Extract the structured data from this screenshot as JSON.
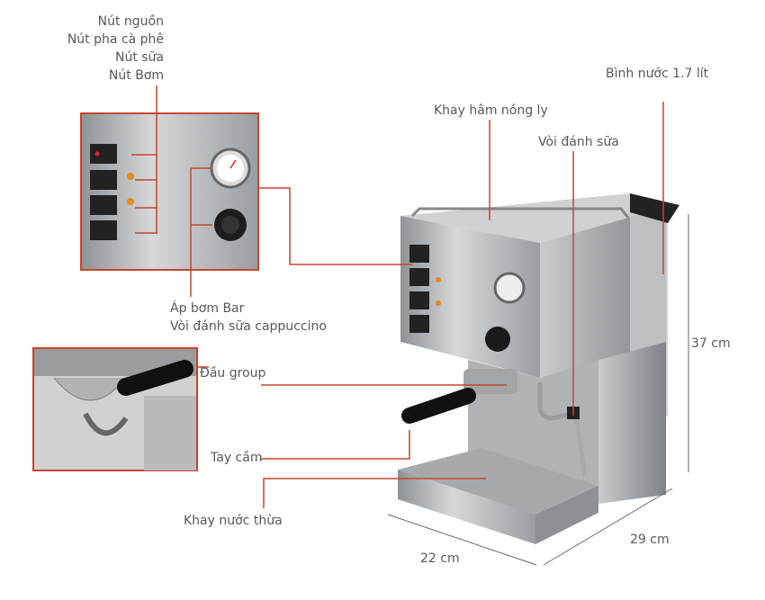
{
  "labels": {
    "power_button": "Nút nguồn",
    "coffee_button": "Nút pha cà phê",
    "milk_button": "Nút sữa",
    "pump_button": "Nút Bơm",
    "pressure_gauge": "Áp bơm Bar",
    "cappuccino_wand": "Vòi đánh sữa cappuccino",
    "group_head": "Đầu group",
    "handle": "Tay cầm",
    "drip_tray": "Khay nước thừa",
    "cup_warmer": "Khay hâm nóng ly",
    "steam_wand": "Vòi đánh sữa",
    "water_tank": "Bình nước 1.7 lít"
  },
  "dimensions": {
    "height": "37 cm",
    "depth": "29 cm",
    "width": "22 cm"
  },
  "colors": {
    "leader_line": "#c8452a",
    "steel": "#b9bcbf",
    "text": "#585858"
  }
}
